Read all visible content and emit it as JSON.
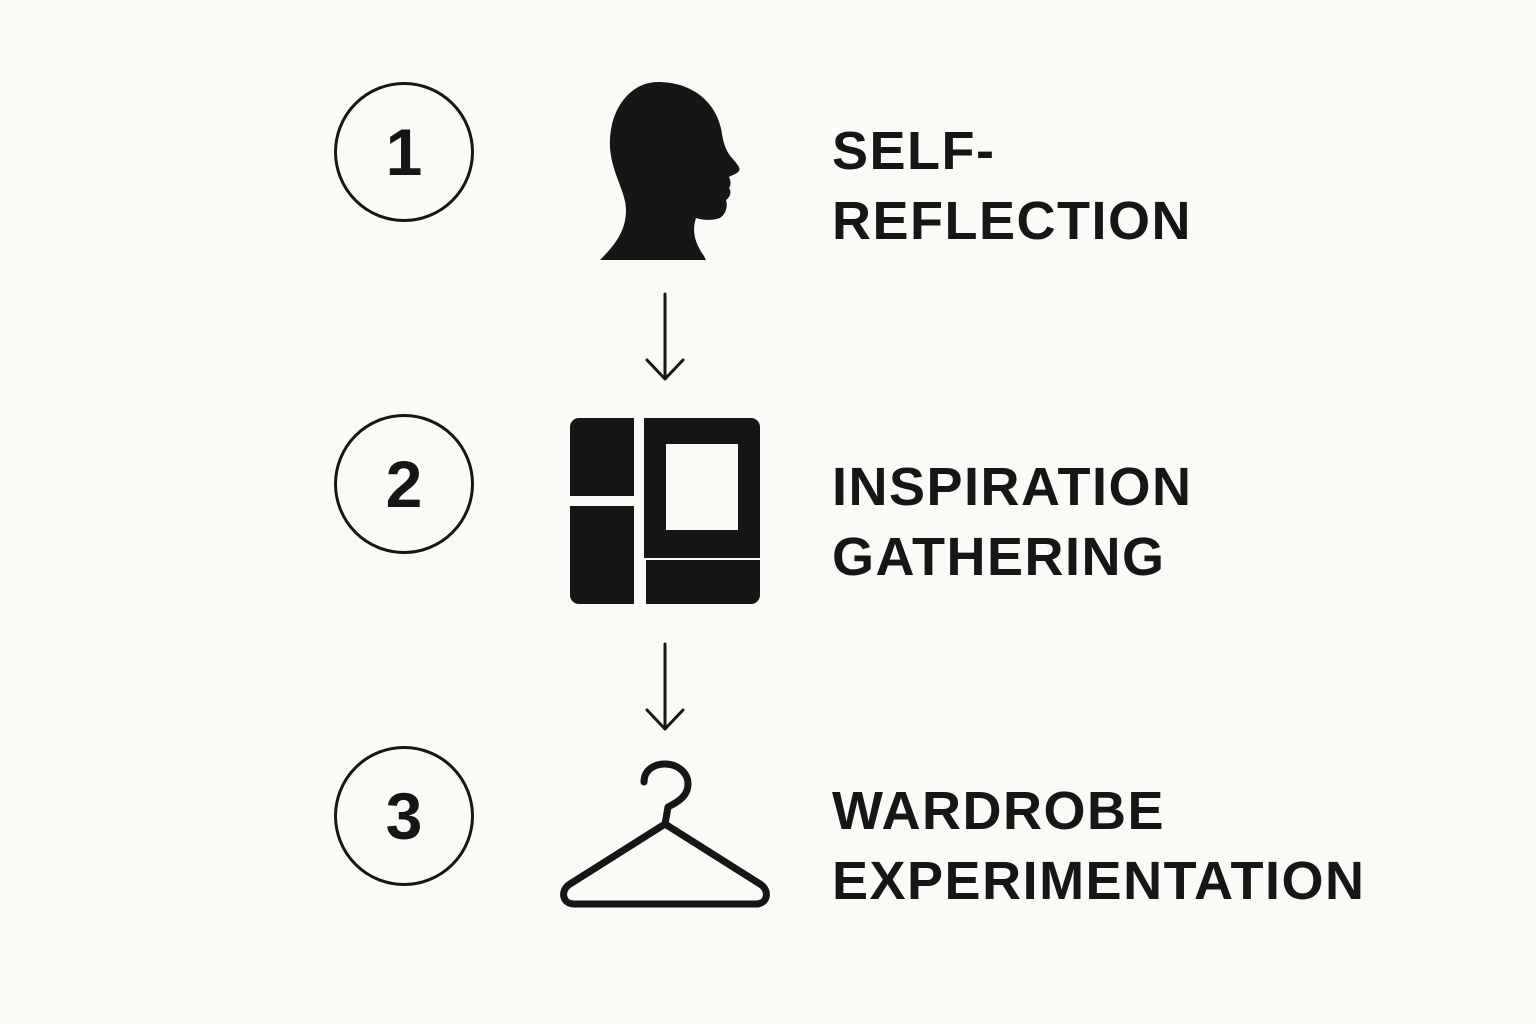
{
  "colors": {
    "background": "#fbfaf6",
    "ink": "#161616"
  },
  "steps": [
    {
      "number": "1",
      "icon": "head-profile-icon",
      "label_lines": [
        "SELF-",
        "REFLECTION"
      ]
    },
    {
      "number": "2",
      "icon": "moodboard-grid-icon",
      "label_lines": [
        "INSPIRATION",
        "GATHERING"
      ]
    },
    {
      "number": "3",
      "icon": "clothes-hanger-icon",
      "label_lines": [
        "WARDROBE",
        "EXPERIMENTATION"
      ]
    }
  ],
  "connectors": [
    {
      "from": "1",
      "to": "2",
      "icon": "arrow-down-icon"
    },
    {
      "from": "2",
      "to": "3",
      "icon": "arrow-down-icon"
    }
  ]
}
